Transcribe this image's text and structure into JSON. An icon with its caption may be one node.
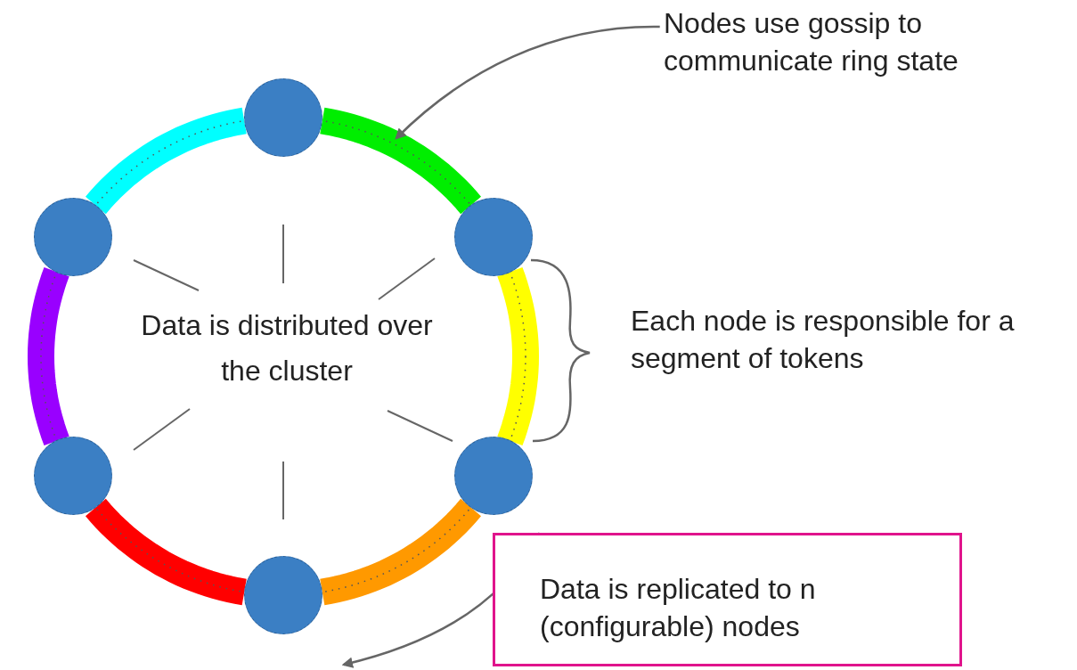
{
  "diagram": {
    "nodes": [
      {
        "text": [],
        "shape": "circle"
      },
      {
        "text": [],
        "shape": "circle"
      },
      {
        "text": [],
        "shape": "circle"
      },
      {
        "text": [],
        "shape": "circle"
      },
      {
        "text": [],
        "shape": "circle"
      },
      {
        "text": [],
        "shape": "circle"
      },
      {
        "text": [
          "Nodes use gossip to communicate ring state"
        ]
      },
      {
        "text": [
          "Data is replicated to n (configurable) nodes"
        ]
      }
    ],
    "edges": [
      {
        "from": 0,
        "to": 1,
        "arrow": "none",
        "color": "#00ee00"
      },
      {
        "from": 1,
        "to": 2,
        "arrow": "none",
        "color": "#ffff00"
      },
      {
        "from": 2,
        "to": 3,
        "arrow": "none",
        "color": "#ff9900"
      },
      {
        "from": 3,
        "to": 4,
        "arrow": "none",
        "color": "#ff0000"
      },
      {
        "from": 4,
        "to": 5,
        "arrow": "none",
        "color": "#9900ff"
      },
      {
        "from": 5,
        "to": 0,
        "arrow": "none",
        "color": "#00ffff"
      },
      {
        "from": 6,
        "to": null,
        "arrow": "to"
      },
      {
        "from": 7,
        "to": null,
        "arrow": "to"
      }
    ],
    "labels": [
      "Data is distributed over the cluster",
      "Each node is responsible for a segment of tokens"
    ]
  }
}
